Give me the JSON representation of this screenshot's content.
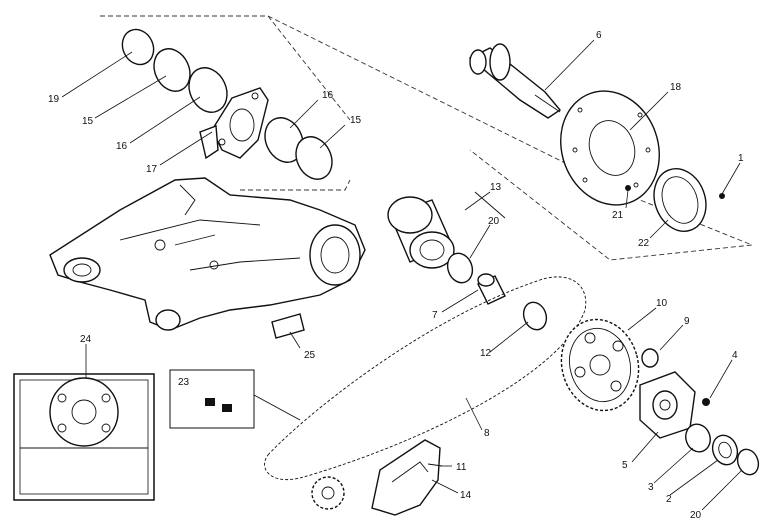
{
  "callouts": [
    {
      "id": "c1",
      "label": "1"
    },
    {
      "id": "c2",
      "label": "2"
    },
    {
      "id": "c3",
      "label": "3"
    },
    {
      "id": "c4",
      "label": "4"
    },
    {
      "id": "c5",
      "label": "5"
    },
    {
      "id": "c6",
      "label": "6"
    },
    {
      "id": "c7",
      "label": "7"
    },
    {
      "id": "c8",
      "label": "8"
    },
    {
      "id": "c9",
      "label": "9"
    },
    {
      "id": "c10",
      "label": "10"
    },
    {
      "id": "c11",
      "label": "11"
    },
    {
      "id": "c12",
      "label": "12"
    },
    {
      "id": "c13",
      "label": "13"
    },
    {
      "id": "c14",
      "label": "14"
    },
    {
      "id": "c15a",
      "label": "15"
    },
    {
      "id": "c15b",
      "label": "15"
    },
    {
      "id": "c16a",
      "label": "16"
    },
    {
      "id": "c16b",
      "label": "16"
    },
    {
      "id": "c17",
      "label": "17"
    },
    {
      "id": "c18",
      "label": "18"
    },
    {
      "id": "c19",
      "label": "19"
    },
    {
      "id": "c20a",
      "label": "20"
    },
    {
      "id": "c20b",
      "label": "20"
    },
    {
      "id": "c21",
      "label": "21"
    },
    {
      "id": "c22",
      "label": "22"
    },
    {
      "id": "c23",
      "label": "23"
    },
    {
      "id": "c24",
      "label": "24"
    },
    {
      "id": "c25",
      "label": "25"
    }
  ]
}
